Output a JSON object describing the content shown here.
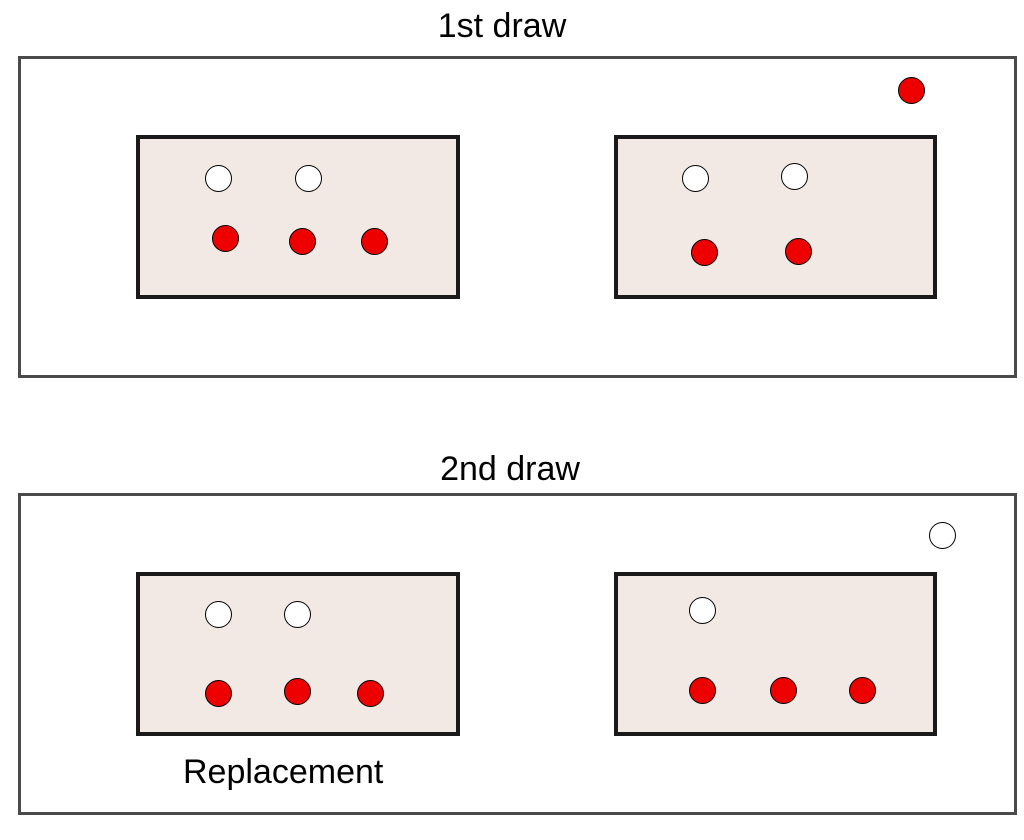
{
  "colors": {
    "urn_fill": "#f2e9e4",
    "red_ball": "#ee0000",
    "white_ball": "#ffffff",
    "panel_border": "#4a4a4a",
    "urn_border": "#1a1a1a"
  },
  "draws": [
    {
      "title": "1st draw",
      "urns": [
        {
          "white_balls": 2,
          "red_balls": 3
        },
        {
          "white_balls": 2,
          "red_balls": 2
        }
      ],
      "drawn_ball": "red"
    },
    {
      "title": "2nd draw",
      "urns": [
        {
          "white_balls": 2,
          "red_balls": 3
        },
        {
          "white_balls": 1,
          "red_balls": 3
        }
      ],
      "drawn_ball": "white",
      "caption": "Replacement"
    }
  ]
}
